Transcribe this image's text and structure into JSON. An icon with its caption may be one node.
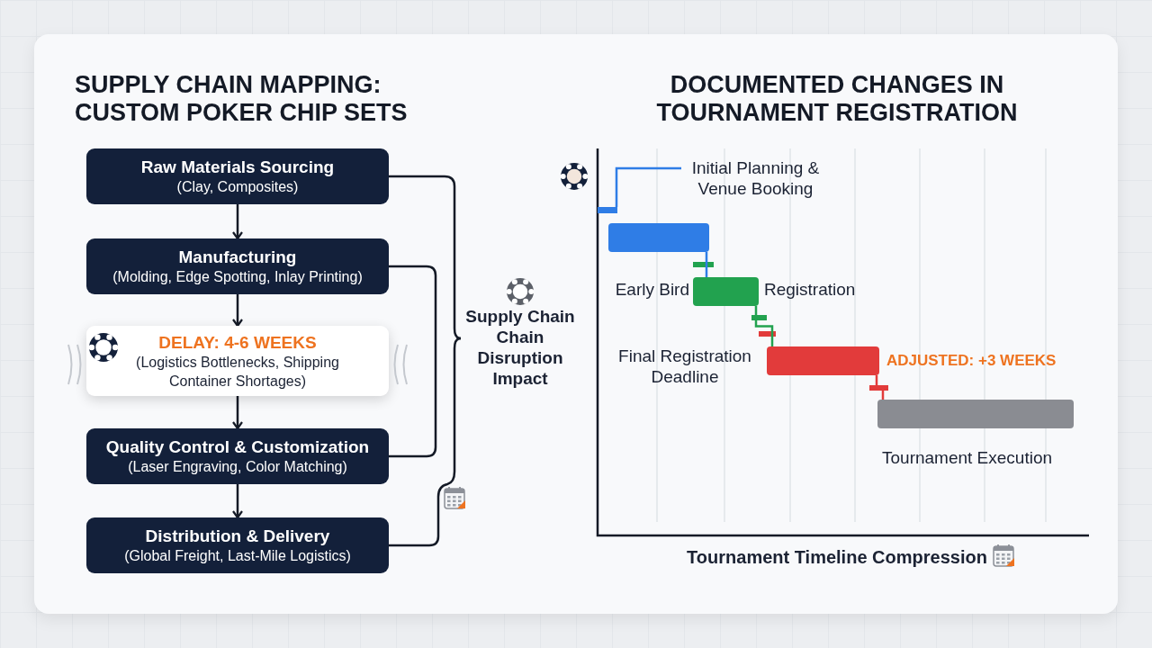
{
  "diagram": {
    "title": "SUPPLY CHAIN MAPPING: CUSTOM POKER CHIP SETS",
    "nodes": [
      {
        "text": [
          "Raw Materials Sourcing",
          "(Clay, Composites)"
        ]
      },
      {
        "text": [
          "Manufacturing",
          "(Molding, Edge Spotting, Inlay Printing)"
        ]
      },
      {
        "text": [
          "DELAY: 4-6 WEEKS",
          "(Logistics Bottlenecks, Shipping Container Shortages)"
        ]
      },
      {
        "text": [
          "Quality Control & Customization",
          "(Laser Engraving, Color Matching)"
        ]
      },
      {
        "text": [
          "Distribution & Delivery",
          "(Global Freight, Last-Mile Logistics)"
        ]
      },
      {
        "text": [
          "Supply Chain Chain Disruption Impact"
        ]
      },
      {
        "text": [
          "Initial Planning & Venue Booking"
        ]
      },
      {
        "text": [],
        "shape": "bar"
      },
      {
        "text": [],
        "shape": "bar"
      },
      {
        "text": [],
        "shape": "bar",
        "beside": [
          "Early Bird",
          "Registration"
        ]
      },
      {
        "text": [],
        "shape": "bar",
        "beside": [
          "Final Registration Deadline",
          "ADJUSTED: +3 WEEKS"
        ]
      },
      {
        "text": [],
        "shape": "bar",
        "beside": [
          "Tournament Execution"
        ]
      }
    ],
    "edges": [
      {
        "from": 0,
        "to": 1,
        "arrow": "to"
      },
      {
        "from": 1,
        "to": 2,
        "arrow": "to"
      },
      {
        "from": 2,
        "to": 3,
        "arrow": "to"
      },
      {
        "from": 3,
        "to": 4,
        "arrow": "to"
      },
      {
        "from": 0,
        "to": 5,
        "arrow": "none"
      },
      {
        "from": 4,
        "to": 5,
        "arrow": "none"
      },
      {
        "from": 1,
        "to": 3,
        "arrow": "none"
      },
      {
        "from": 6,
        "to": 7,
        "arrow": "none",
        "color": "#2f7de6"
      },
      {
        "from": 8,
        "to": 9,
        "arrow": "none",
        "color": "#2f7de6"
      },
      {
        "from": 9,
        "to": 10,
        "arrow": "none",
        "color": "#22a24f"
      },
      {
        "from": 10,
        "to": 11,
        "arrow": "none",
        "color": "#e23b3b"
      }
    ],
    "labels": [
      "DOCUMENTED CHANGES IN TOURNAMENT REGISTRATION",
      "Tournament Timeline Compression"
    ]
  }
}
